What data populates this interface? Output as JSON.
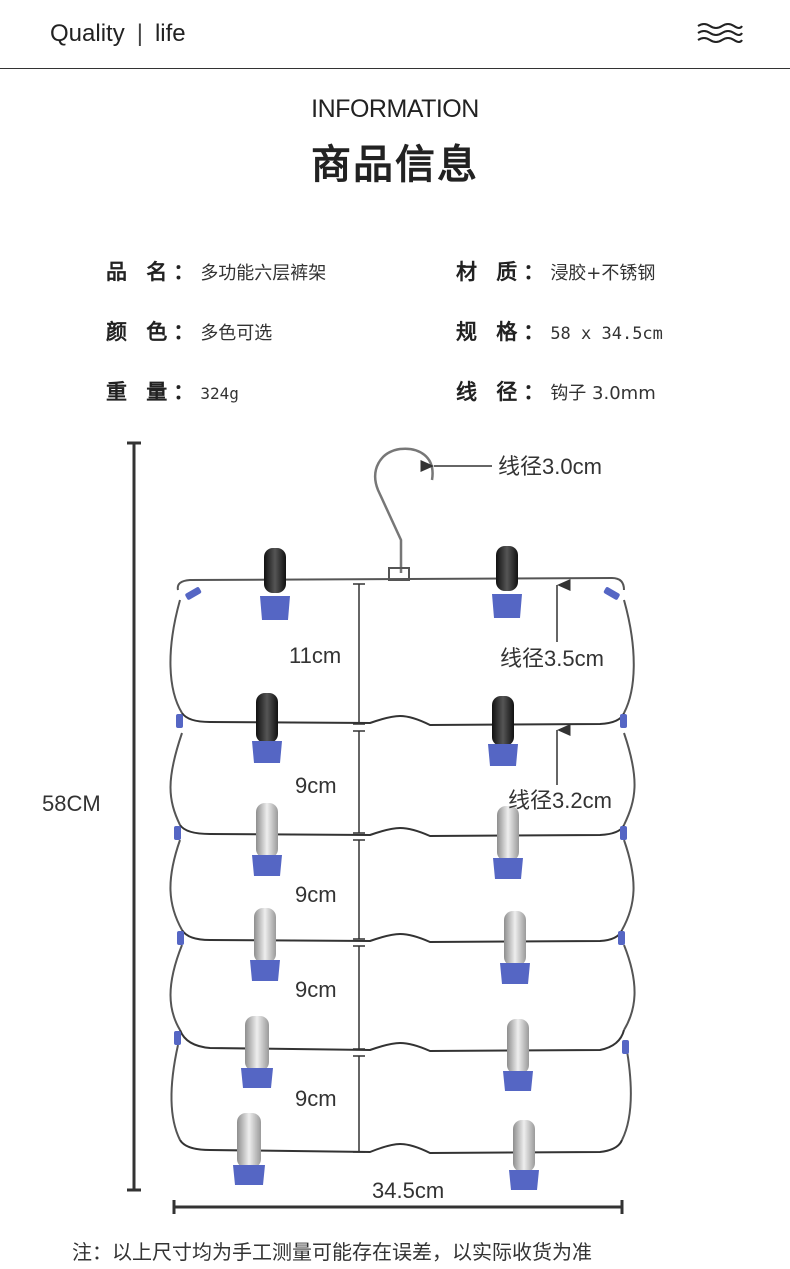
{
  "header": {
    "brand_left": "Quality",
    "brand_sep": "|",
    "brand_right": "life",
    "menu_icon": "waves-icon"
  },
  "title": {
    "en": "INFORMATION",
    "cn": "商品信息"
  },
  "specs": [
    {
      "label": "品 名：",
      "value": "多功能六层裤架"
    },
    {
      "label": "材 质：",
      "value": "浸胶+不锈钢"
    },
    {
      "label": "颜 色：",
      "value": "多色可选"
    },
    {
      "label": "规 格：",
      "value": "58 x 34.5cm"
    },
    {
      "label": "重 量：",
      "value": "324g"
    },
    {
      "label": "线 径：",
      "value": "钩子 3.0mm"
    }
  ],
  "diagram": {
    "height_label": "58CM",
    "width_label": "34.5cm",
    "gap_labels": [
      "11cm",
      "9cm",
      "9cm",
      "9cm",
      "9cm"
    ],
    "hook_wire_label": "线径3.0cm",
    "frame_wire_label": "线径3.5cm",
    "tier_wire_label": "线径3.2cm",
    "colors": {
      "clip_blue": "#5566c4",
      "wire": "#555555",
      "clip_dark": "#2a2a2a",
      "clip_steel": "#c8c8c8"
    }
  },
  "footer": {
    "note": "注：以上尺寸均为手工测量可能存在误差，以实际收货为准"
  }
}
